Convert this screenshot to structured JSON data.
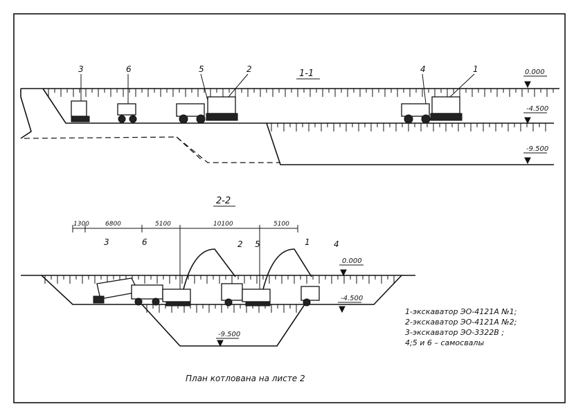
{
  "section_1_1": {
    "title": "1-1",
    "machine_labels": [
      "3",
      "6",
      "5",
      "2",
      "4",
      "1"
    ],
    "elevations": [
      "0.000",
      "-4.500",
      "-9.500"
    ]
  },
  "section_2_2": {
    "title": "2-2",
    "dimensions": [
      "1300",
      "6800",
      "5100",
      "10100",
      "5100"
    ],
    "machine_labels": [
      "3",
      "6",
      "2",
      "5",
      "1",
      "4"
    ],
    "elevations": [
      "0.000",
      "-4.500",
      "-9.500"
    ]
  },
  "legend": [
    "1-экскаватор ЭО-4121А  №1;",
    "2-экскаватор ЭО-4121А  №2;",
    "3-экскаватор ЭО-3322В  ;",
    "4;5 и 6 – самосвалы"
  ],
  "caption": "План котлована на листе 2"
}
